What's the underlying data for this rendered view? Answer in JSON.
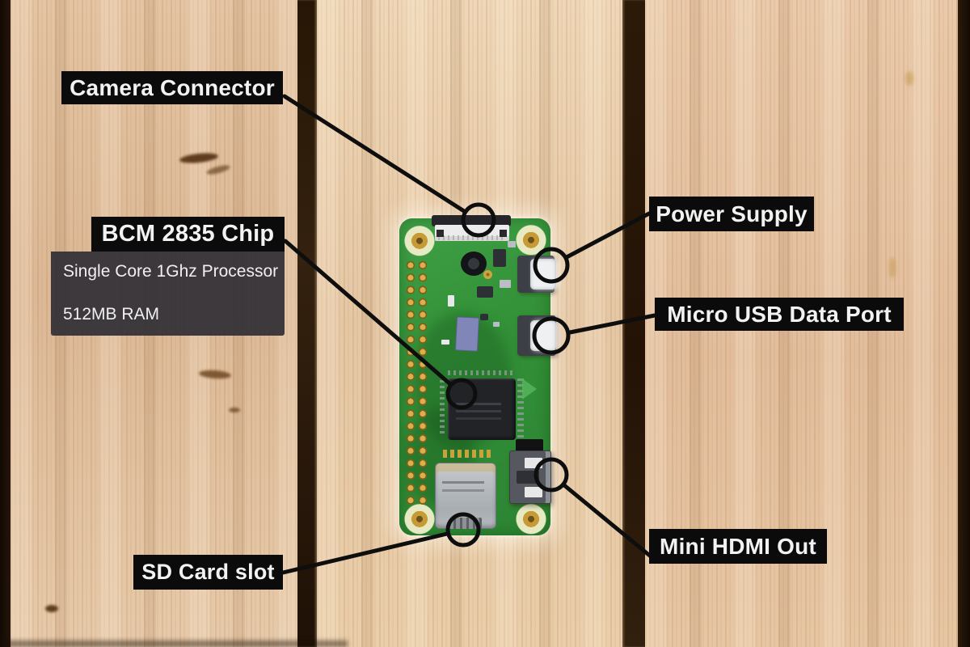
{
  "callouts": {
    "camera": {
      "label": "Camera Connector"
    },
    "bcm": {
      "label": "BCM 2835 Chip",
      "detail_processor": "Single Core 1Ghz Processor",
      "detail_ram": "512MB RAM"
    },
    "power": {
      "label": "Power Supply"
    },
    "usb_data": {
      "label": "Micro USB Data Port"
    },
    "hdmi": {
      "label": "Mini HDMI Out"
    },
    "sd": {
      "label": "SD Card slot"
    }
  },
  "colors": {
    "label_bg": "#0b0b0b",
    "label_text": "#f2f2f2",
    "info_bg": "#343237",
    "callout_line": "#0e0e0e",
    "pcb_green": "#339138",
    "wood_light": "#e5c7a4",
    "plank_gap": "#2a1809"
  }
}
